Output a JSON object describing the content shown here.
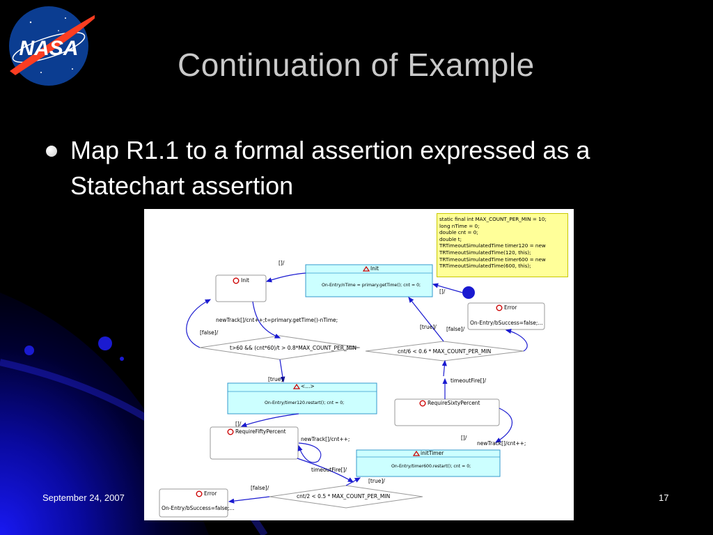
{
  "slide": {
    "title": "Continuation of Example",
    "bullet_prefix": "Map ",
    "bullet_highlight": "R1.1",
    "bullet_suffix": " to a formal assertion expressed as a Statechart assertion",
    "footer_date": "September 24, 2007",
    "page_number": "17",
    "logo_text": "NASA"
  },
  "diagram": {
    "code_lines": [
      "static final int MAX_COUNT_PER_MIN = 10;",
      "long nTime = 0;",
      "double cnt = 0;",
      "double t;",
      "TRTimeoutSimulatedTime timer120 = new",
      "TRTimeoutSimulatedTime(120, this);",
      "TRTimeoutSimulatedTime timer600 = new",
      "TRTimeoutSimulatedTime(600, this);"
    ],
    "states": {
      "init_top": {
        "name": "Init",
        "entry": "On-Entry/nTime = primary.getTime(); cnt = 0;"
      },
      "init_left": {
        "name": "Init",
        "entry": ""
      },
      "error_right": {
        "name": "Error",
        "entry": "On-Entry/bSuccess=false;..."
      },
      "dots": {
        "name": "<...>",
        "entry": "On-Entry/timer120.restart(); cnt = 0;"
      },
      "require_sixty": {
        "name": "RequireSixtyPercent",
        "entry": ""
      },
      "require_fifty": {
        "name": "RequireFiftyPercent",
        "entry": ""
      },
      "init_timer": {
        "name": "initTimer",
        "entry": "On-Entry/timer600.restart(); cnt = 0;"
      },
      "error_bottom": {
        "name": "Error",
        "entry": "On-Entry/bSuccess=false;..."
      }
    },
    "conditions": {
      "cond1": "t>60 && (cnt*60)/t > 0.8*MAX_COUNT_PER_MIN",
      "cond2": "cnt/6 < 0.6 * MAX_COUNT_PER_MIN",
      "cond3": "cnt/2 < 0.5 * MAX_COUNT_PER_MIN"
    },
    "transitions": {
      "t_empty_top": "[]/",
      "t_empty_right": "[]/",
      "t_newtrack1": "newTrack[]/cnt++;t=primary.getTime()-nTime;",
      "t_false1": "[false]/",
      "t_true1": "[true]/",
      "t_false2": "[false]/",
      "t_true2": "[true]/",
      "t_timeout1": "timeoutFire[]/",
      "t_empty_fifty": "[]/",
      "t_newtrack2": "newTrack[]/cnt++;",
      "t_empty_sixty": "[]/",
      "t_newtrack3": "newTrack[]/cnt++;",
      "t_timeout2": "timeoutFire[]/",
      "t_true3": "[true]/",
      "t_false3": "[false]/"
    }
  }
}
